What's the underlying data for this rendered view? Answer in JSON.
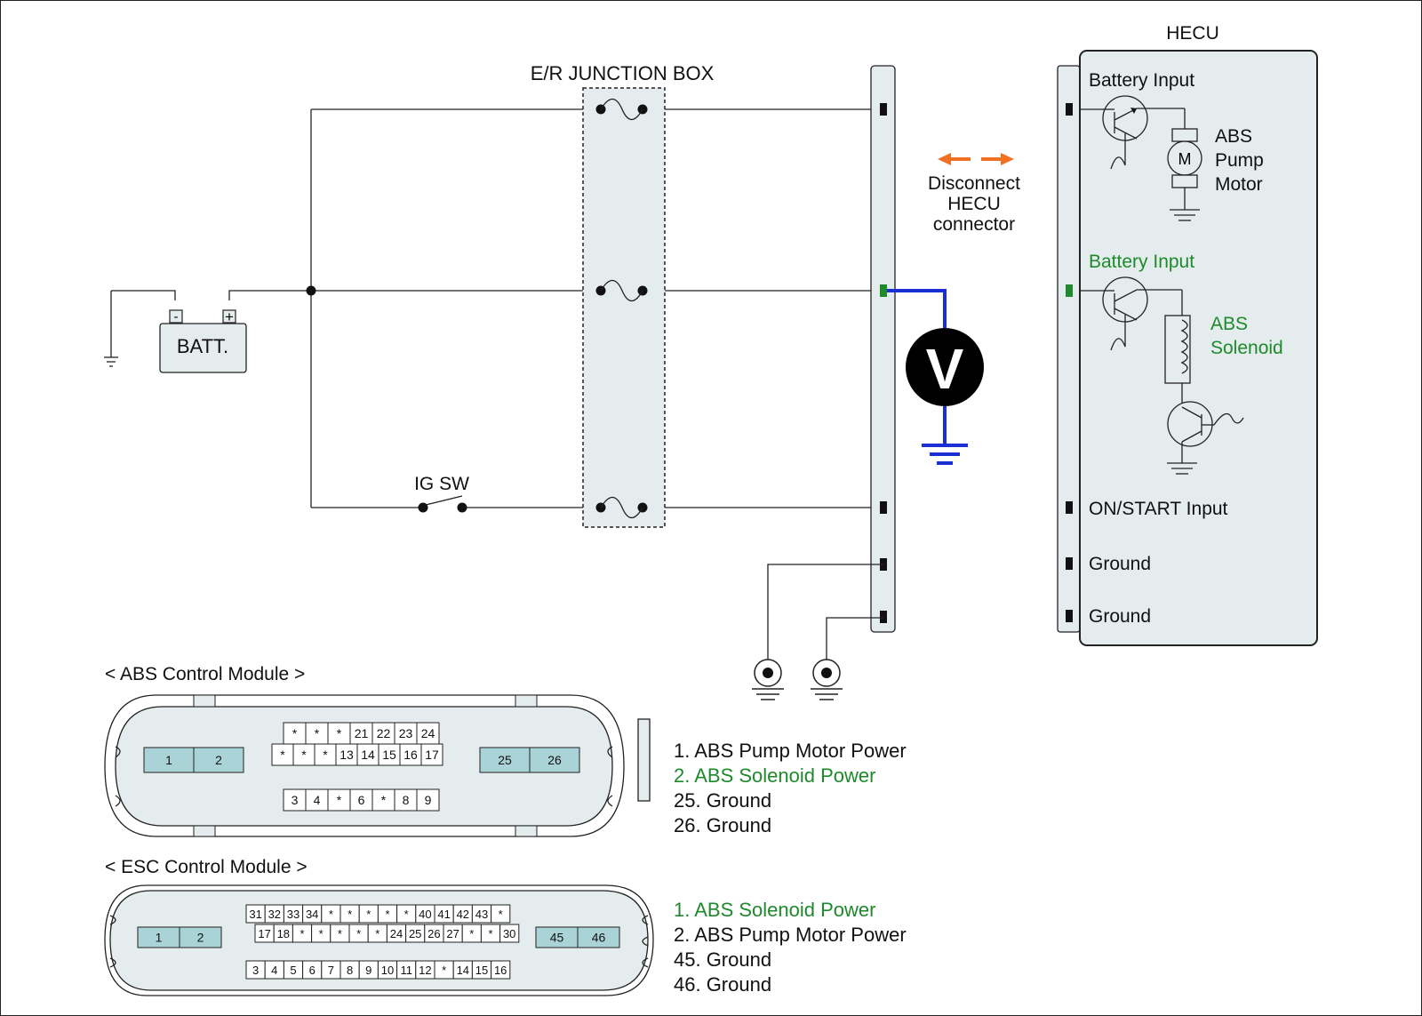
{
  "labels": {
    "junction_box": "E/R JUNCTION BOX",
    "hecu": "HECU",
    "battery": "BATT.",
    "battery_neg": "-",
    "battery_pos": "+",
    "ig_sw": "IG SW",
    "voltmeter": "V",
    "motor_symbol": "M",
    "disconnect": [
      "Disconnect",
      "HECU",
      "connector"
    ]
  },
  "hecu": {
    "battery_input_1": "Battery Input",
    "pump_motor": [
      "ABS",
      "Pump",
      "Motor"
    ],
    "battery_input_2": "Battery Input",
    "solenoid": [
      "ABS",
      "Solenoid"
    ],
    "on_start_input": "ON/START Input",
    "ground_1": "Ground",
    "ground_2": "Ground"
  },
  "abs_module": {
    "title": "< ABS Control Module >",
    "left_pins": [
      "1",
      "2"
    ],
    "right_pins": [
      "25",
      "26"
    ],
    "row1": [
      "*",
      "*",
      "*",
      "21",
      "22",
      "23",
      "24"
    ],
    "row2": [
      "*",
      "*",
      "*",
      "13",
      "14",
      "15",
      "16",
      "17"
    ],
    "row3": [
      "3",
      "4",
      "*",
      "6",
      "*",
      "8",
      "9"
    ],
    "legend": [
      {
        "text": "1. ABS Pump Motor Power",
        "highlight": false
      },
      {
        "text": "2. ABS Solenoid Power",
        "highlight": true
      },
      {
        "text": "25. Ground",
        "highlight": false
      },
      {
        "text": "26. Ground",
        "highlight": false
      }
    ]
  },
  "esc_module": {
    "title": "< ESC Control Module >",
    "left_pins": [
      "1",
      "2"
    ],
    "right_pins": [
      "45",
      "46"
    ],
    "row1": [
      "31",
      "32",
      "33",
      "34",
      "*",
      "*",
      "*",
      "*",
      "*",
      "40",
      "41",
      "42",
      "43",
      "*"
    ],
    "row2": [
      "17",
      "18",
      "*",
      "*",
      "*",
      "*",
      "*",
      "24",
      "25",
      "26",
      "27",
      "*",
      "*",
      "30"
    ],
    "row3": [
      "3",
      "4",
      "5",
      "6",
      "7",
      "8",
      "9",
      "10",
      "11",
      "12",
      "*",
      "14",
      "15",
      "16"
    ],
    "legend": [
      {
        "text": "1. ABS Solenoid Power",
        "highlight": true
      },
      {
        "text": "2. ABS Pump Motor Power",
        "highlight": false
      },
      {
        "text": "45. Ground",
        "highlight": false
      },
      {
        "text": "46. Ground",
        "highlight": false
      }
    ]
  },
  "colors": {
    "wire": "#222222",
    "panel_fill": "#e4eced",
    "pin_fill": "#a9d3d6",
    "highlight_text": "#1e8a2b",
    "probe_wire": "#1a2fd6",
    "arrow": "#f07024",
    "connector_green": "#1e8a2b"
  }
}
